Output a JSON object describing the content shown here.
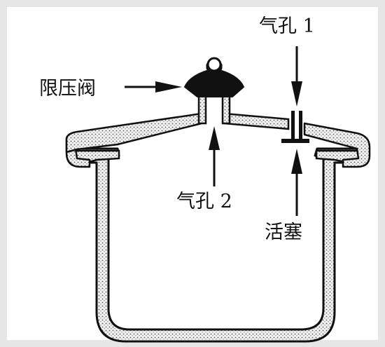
{
  "labels": {
    "pressure_valve": "限压阀",
    "vent_hole_1": "气孔 1",
    "vent_hole_2": "气孔 2",
    "piston": "活塞"
  },
  "colors": {
    "ink": "#111111",
    "wall_fill": "#dcdcdc",
    "frame": "#e6e6e6",
    "background": "#ffffff"
  }
}
